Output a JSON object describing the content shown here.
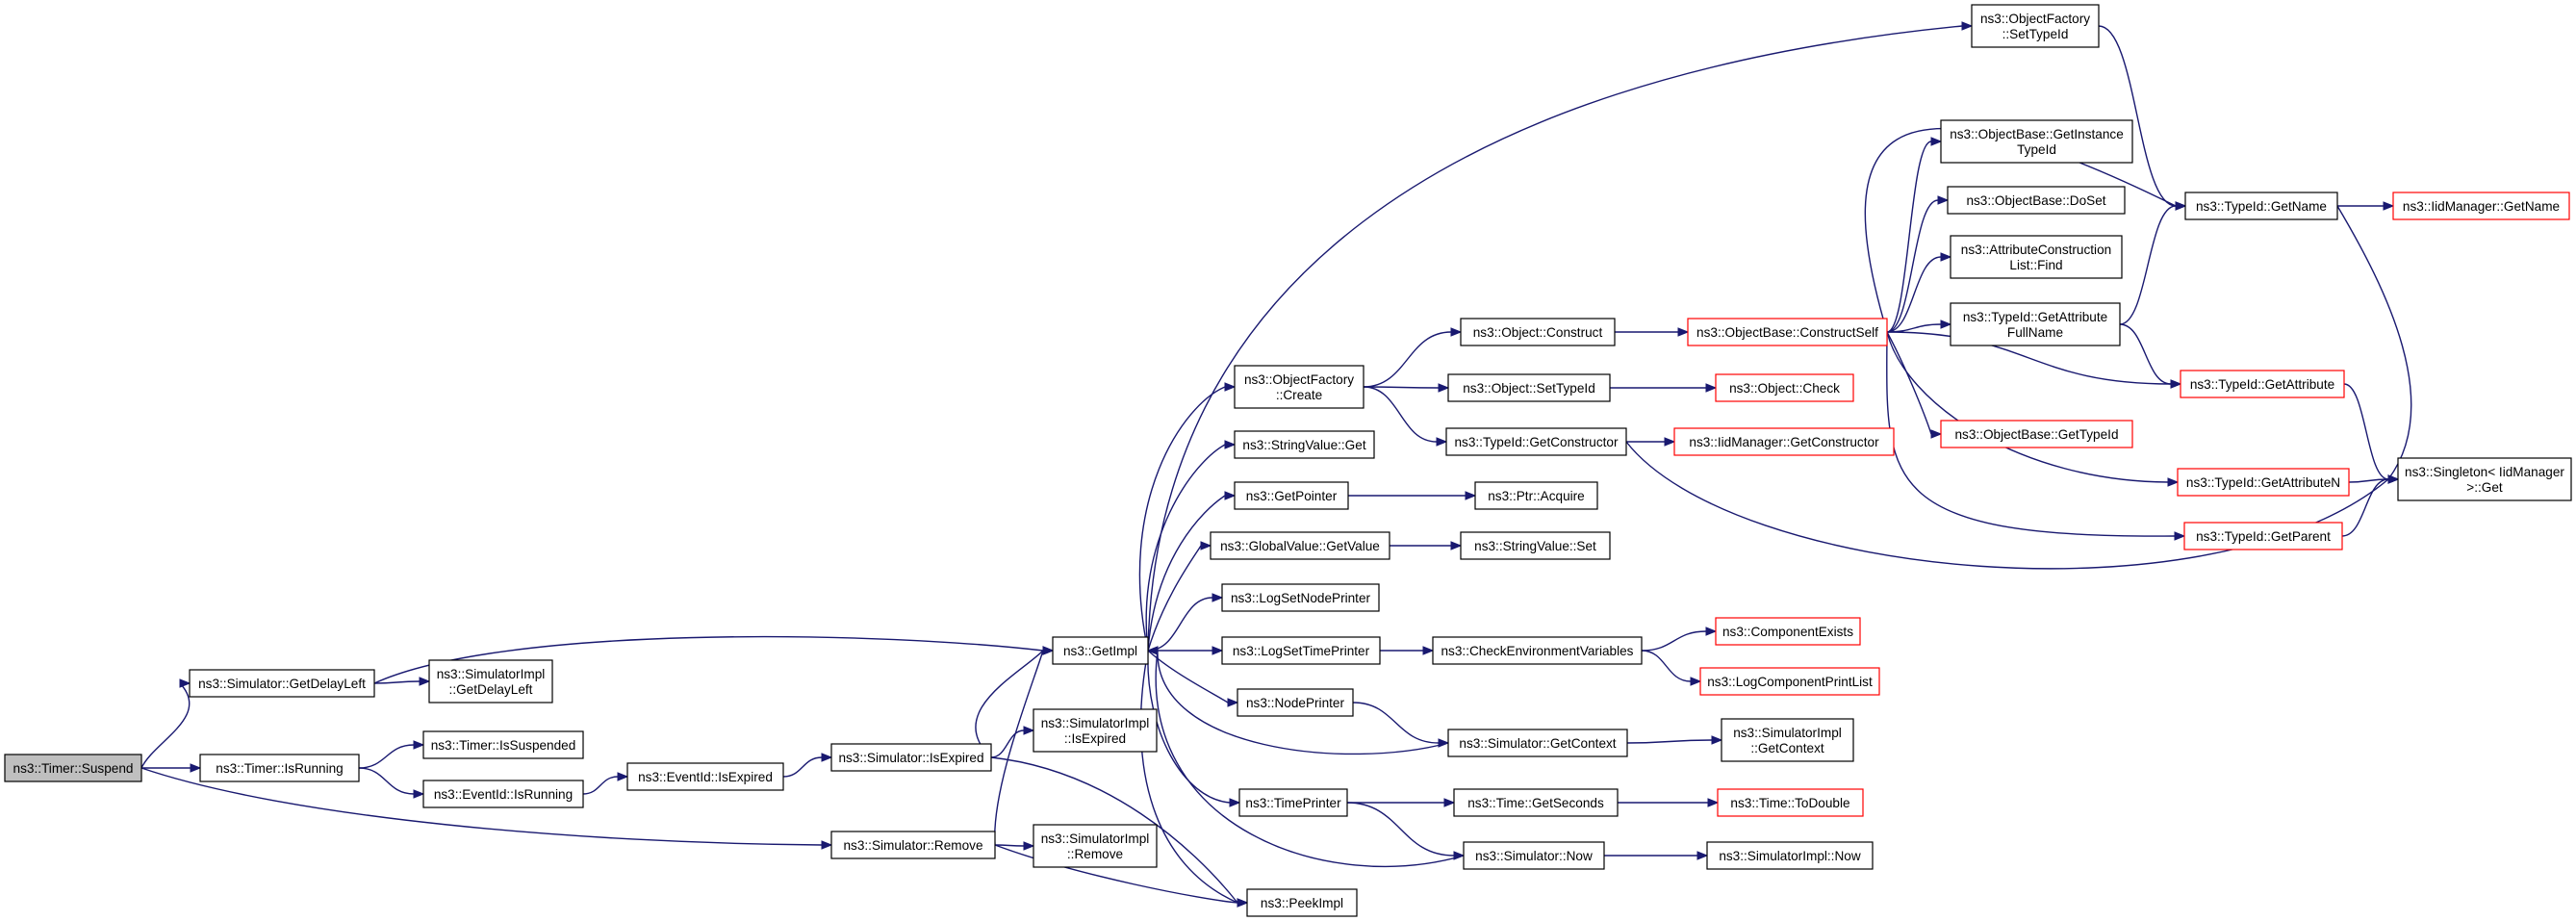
{
  "graph": {
    "edge_color": "#191970",
    "link_border_color": "#ff0000",
    "root_fill_color": "#bfbfbf",
    "nodes": [
      {
        "id": "suspend",
        "lines": [
          "ns3::Timer::Suspend"
        ],
        "style": "root"
      },
      {
        "id": "getdelayleft",
        "lines": [
          "ns3::Simulator::GetDelayLeft"
        ],
        "style": "normal"
      },
      {
        "id": "isrunning",
        "lines": [
          "ns3::Timer::IsRunning"
        ],
        "style": "normal"
      },
      {
        "id": "remove",
        "lines": [
          "ns3::Simulator::Remove"
        ],
        "style": "normal"
      },
      {
        "id": "getimpl",
        "lines": [
          "ns3::GetImpl"
        ],
        "style": "normal"
      },
      {
        "id": "simimpl_getdelayleft",
        "lines": [
          "ns3::SimulatorImpl",
          "::GetDelayLeft"
        ],
        "style": "normal"
      },
      {
        "id": "issuspended",
        "lines": [
          "ns3::Timer::IsSuspended"
        ],
        "style": "normal"
      },
      {
        "id": "eventid_isrunning",
        "lines": [
          "ns3::EventId::IsRunning"
        ],
        "style": "normal"
      },
      {
        "id": "eventid_isexpired",
        "lines": [
          "ns3::EventId::IsExpired"
        ],
        "style": "normal"
      },
      {
        "id": "sim_isexpired",
        "lines": [
          "ns3::Simulator::IsExpired"
        ],
        "style": "normal"
      },
      {
        "id": "simimpl_isexpired",
        "lines": [
          "ns3::SimulatorImpl",
          "::IsExpired"
        ],
        "style": "normal"
      },
      {
        "id": "peekimpl",
        "lines": [
          "ns3::PeekImpl"
        ],
        "style": "normal"
      },
      {
        "id": "simimpl_remove",
        "lines": [
          "ns3::SimulatorImpl",
          "::Remove"
        ],
        "style": "normal"
      },
      {
        "id": "objfactory_create",
        "lines": [
          "ns3::ObjectFactory",
          "::Create"
        ],
        "style": "normal"
      },
      {
        "id": "stringvalue_get",
        "lines": [
          "ns3::StringValue::Get"
        ],
        "style": "normal"
      },
      {
        "id": "getpointer",
        "lines": [
          "ns3::GetPointer"
        ],
        "style": "normal"
      },
      {
        "id": "globalvalue_getvalue",
        "lines": [
          "ns3::GlobalValue::GetValue"
        ],
        "style": "normal"
      },
      {
        "id": "logsetnodeprinter",
        "lines": [
          "ns3::LogSetNodePrinter"
        ],
        "style": "normal"
      },
      {
        "id": "logsettimeprinter",
        "lines": [
          "ns3::LogSetTimePrinter"
        ],
        "style": "normal"
      },
      {
        "id": "nodeprinter",
        "lines": [
          "ns3::NodePrinter"
        ],
        "style": "normal"
      },
      {
        "id": "timeprinter",
        "lines": [
          "ns3::TimePrinter"
        ],
        "style": "normal"
      },
      {
        "id": "objfactory_settypeid",
        "lines": [
          "ns3::ObjectFactory",
          "::SetTypeId"
        ],
        "style": "normal"
      },
      {
        "id": "object_construct",
        "lines": [
          "ns3::Object::Construct"
        ],
        "style": "normal"
      },
      {
        "id": "object_settypeid",
        "lines": [
          "ns3::Object::SetTypeId"
        ],
        "style": "normal"
      },
      {
        "id": "typeid_getconstructor",
        "lines": [
          "ns3::TypeId::GetConstructor"
        ],
        "style": "normal"
      },
      {
        "id": "ptr_acquire",
        "lines": [
          "ns3::Ptr::Acquire"
        ],
        "style": "normal"
      },
      {
        "id": "stringvalue_set",
        "lines": [
          "ns3::StringValue::Set"
        ],
        "style": "normal"
      },
      {
        "id": "checkenv",
        "lines": [
          "ns3::CheckEnvironmentVariables"
        ],
        "style": "normal"
      },
      {
        "id": "sim_getcontext",
        "lines": [
          "ns3::Simulator::GetContext"
        ],
        "style": "normal"
      },
      {
        "id": "time_getseconds",
        "lines": [
          "ns3::Time::GetSeconds"
        ],
        "style": "normal"
      },
      {
        "id": "sim_now",
        "lines": [
          "ns3::Simulator::Now"
        ],
        "style": "normal"
      },
      {
        "id": "objbase_constructself",
        "lines": [
          "ns3::ObjectBase::ConstructSelf"
        ],
        "style": "red"
      },
      {
        "id": "object_check",
        "lines": [
          "ns3::Object::Check"
        ],
        "style": "red"
      },
      {
        "id": "iidmanager_getconstructor",
        "lines": [
          "ns3::IidManager::GetConstructor"
        ],
        "style": "red"
      },
      {
        "id": "componentexists",
        "lines": [
          "ns3::ComponentExists"
        ],
        "style": "red"
      },
      {
        "id": "logcomponentprintlist",
        "lines": [
          "ns3::LogComponentPrintList"
        ],
        "style": "red"
      },
      {
        "id": "simimpl_getcontext",
        "lines": [
          "ns3::SimulatorImpl",
          "::GetContext"
        ],
        "style": "normal"
      },
      {
        "id": "time_todouble",
        "lines": [
          "ns3::Time::ToDouble"
        ],
        "style": "red"
      },
      {
        "id": "simimpl_now",
        "lines": [
          "ns3::SimulatorImpl::Now"
        ],
        "style": "normal"
      },
      {
        "id": "objbase_getinstancetypeid",
        "lines": [
          "ns3::ObjectBase::GetInstance",
          "TypeId"
        ],
        "style": "normal"
      },
      {
        "id": "objbase_doset",
        "lines": [
          "ns3::ObjectBase::DoSet"
        ],
        "style": "normal"
      },
      {
        "id": "attrconstructionlist_find",
        "lines": [
          "ns3::AttributeConstruction",
          "List::Find"
        ],
        "style": "normal"
      },
      {
        "id": "typeid_getattributefullname",
        "lines": [
          "ns3::TypeId::GetAttribute",
          "FullName"
        ],
        "style": "normal"
      },
      {
        "id": "objbase_gettypeid",
        "lines": [
          "ns3::ObjectBase::GetTypeId"
        ],
        "style": "red"
      },
      {
        "id": "typeid_getname",
        "lines": [
          "ns3::TypeId::GetName"
        ],
        "style": "normal"
      },
      {
        "id": "typeid_getattribute",
        "lines": [
          "ns3::TypeId::GetAttribute"
        ],
        "style": "red"
      },
      {
        "id": "typeid_getattributen",
        "lines": [
          "ns3::TypeId::GetAttributeN"
        ],
        "style": "red"
      },
      {
        "id": "typeid_getparent",
        "lines": [
          "ns3::TypeId::GetParent"
        ],
        "style": "red"
      },
      {
        "id": "iidmanager_getname",
        "lines": [
          "ns3::IidManager::GetName"
        ],
        "style": "red"
      },
      {
        "id": "singleton_get",
        "lines": [
          "ns3::Singleton< IidManager",
          " >::Get"
        ],
        "style": "normal"
      }
    ],
    "edges": [
      [
        "suspend",
        "getdelayleft"
      ],
      [
        "suspend",
        "isrunning"
      ],
      [
        "suspend",
        "remove"
      ],
      [
        "getdelayleft",
        "getimpl"
      ],
      [
        "getdelayleft",
        "simimpl_getdelayleft"
      ],
      [
        "isrunning",
        "issuspended"
      ],
      [
        "isrunning",
        "eventid_isrunning"
      ],
      [
        "eventid_isrunning",
        "eventid_isexpired"
      ],
      [
        "eventid_isexpired",
        "sim_isexpired"
      ],
      [
        "sim_isexpired",
        "getimpl"
      ],
      [
        "sim_isexpired",
        "simimpl_isexpired"
      ],
      [
        "sim_isexpired",
        "peekimpl"
      ],
      [
        "remove",
        "getimpl"
      ],
      [
        "remove",
        "simimpl_remove"
      ],
      [
        "remove",
        "peekimpl"
      ],
      [
        "getimpl",
        "objfactory_settypeid"
      ],
      [
        "getimpl",
        "objfactory_create"
      ],
      [
        "getimpl",
        "stringvalue_get"
      ],
      [
        "getimpl",
        "getpointer"
      ],
      [
        "getimpl",
        "globalvalue_getvalue"
      ],
      [
        "getimpl",
        "logsetnodeprinter"
      ],
      [
        "getimpl",
        "logsettimeprinter"
      ],
      [
        "getimpl",
        "nodeprinter"
      ],
      [
        "getimpl",
        "timeprinter"
      ],
      [
        "getimpl",
        "peekimpl"
      ],
      [
        "objfactory_create",
        "object_construct"
      ],
      [
        "objfactory_create",
        "object_settypeid"
      ],
      [
        "objfactory_create",
        "typeid_getconstructor"
      ],
      [
        "getpointer",
        "ptr_acquire"
      ],
      [
        "globalvalue_getvalue",
        "stringvalue_set"
      ],
      [
        "logsettimeprinter",
        "checkenv"
      ],
      [
        "nodeprinter",
        "sim_getcontext"
      ],
      [
        "timeprinter",
        "time_getseconds"
      ],
      [
        "timeprinter",
        "sim_now"
      ],
      [
        "object_construct",
        "objbase_constructself"
      ],
      [
        "object_settypeid",
        "object_check"
      ],
      [
        "typeid_getconstructor",
        "iidmanager_getconstructor"
      ],
      [
        "typeid_getconstructor",
        "singleton_get"
      ],
      [
        "checkenv",
        "componentexists"
      ],
      [
        "checkenv",
        "logcomponentprintlist"
      ],
      [
        "sim_getcontext",
        "getimpl"
      ],
      [
        "sim_getcontext",
        "simimpl_getcontext"
      ],
      [
        "time_getseconds",
        "time_todouble"
      ],
      [
        "sim_now",
        "getimpl"
      ],
      [
        "sim_now",
        "simimpl_now"
      ],
      [
        "objbase_constructself",
        "typeid_getname"
      ],
      [
        "objbase_constructself",
        "objbase_getinstancetypeid"
      ],
      [
        "objbase_constructself",
        "objbase_doset"
      ],
      [
        "objbase_constructself",
        "attrconstructionlist_find"
      ],
      [
        "objbase_constructself",
        "typeid_getattributefullname"
      ],
      [
        "objbase_constructself",
        "typeid_getattribute"
      ],
      [
        "objbase_constructself",
        "objbase_gettypeid"
      ],
      [
        "objbase_constructself",
        "typeid_getattributen"
      ],
      [
        "objbase_constructself",
        "typeid_getparent"
      ],
      [
        "objfactory_settypeid",
        "typeid_getname"
      ],
      [
        "typeid_getattributefullname",
        "typeid_getname"
      ],
      [
        "typeid_getattributefullname",
        "typeid_getattribute"
      ],
      [
        "typeid_getname",
        "iidmanager_getname"
      ],
      [
        "typeid_getname",
        "singleton_get"
      ],
      [
        "typeid_getattribute",
        "singleton_get"
      ],
      [
        "typeid_getattributen",
        "singleton_get"
      ],
      [
        "typeid_getparent",
        "singleton_get"
      ]
    ]
  }
}
